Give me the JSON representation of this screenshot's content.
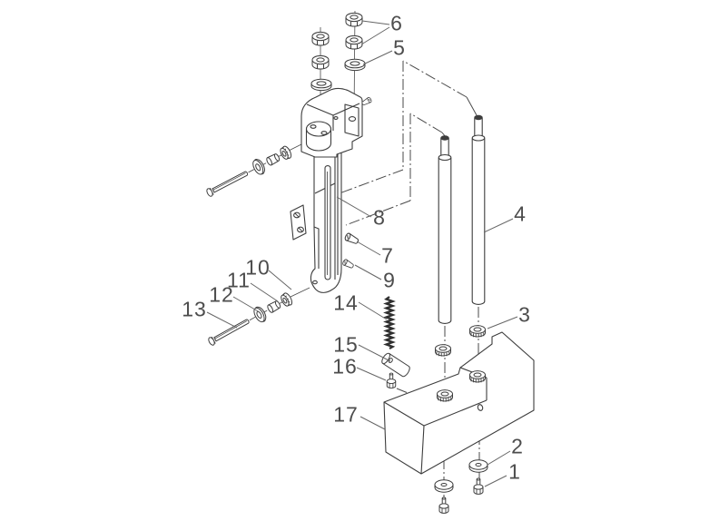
{
  "diagram": {
    "type": "exploded-parts-diagram",
    "background_color": "#ffffff",
    "line_color": "#3d3d3d",
    "centerline_color": "#4a4a4a",
    "label_color": "#4d4d4d",
    "labels": [
      {
        "text": "1"
      },
      {
        "text": "2"
      },
      {
        "text": "3"
      },
      {
        "text": "4"
      },
      {
        "text": "5"
      },
      {
        "text": "6"
      },
      {
        "text": "7"
      },
      {
        "text": "8"
      },
      {
        "text": "9"
      },
      {
        "text": "10"
      },
      {
        "text": "11"
      },
      {
        "text": "12"
      },
      {
        "text": "13"
      },
      {
        "text": "14"
      },
      {
        "text": "15"
      },
      {
        "text": "16"
      },
      {
        "text": "17"
      }
    ]
  }
}
